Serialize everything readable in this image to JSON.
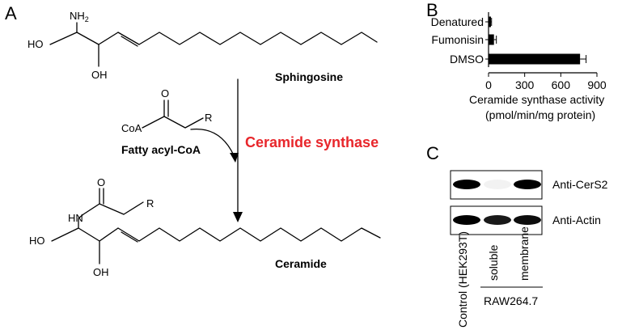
{
  "panels": {
    "a": "A",
    "b": "B",
    "c": "C"
  },
  "scheme": {
    "sphingosine": {
      "nh2": "NH",
      "nh2_sub": "2",
      "ho": "HO",
      "oh": "OH",
      "name": "Sphingosine"
    },
    "acyl": {
      "o": "O",
      "coa": "CoA",
      "r": "R",
      "name": "Fatty acyl-CoA"
    },
    "enzyme": "Ceramide synthase",
    "enzyme_color": "#e8262b",
    "ceramide": {
      "o": "O",
      "r": "R",
      "hn": "HN",
      "ho": "HO",
      "oh": "OH",
      "name": "Ceramide"
    }
  },
  "chart_data": {
    "type": "bar",
    "orientation": "horizontal",
    "categories": [
      "Denatured",
      "Fumonisin",
      "DMSO"
    ],
    "values": [
      20,
      45,
      760
    ],
    "errors": [
      5,
      20,
      50
    ],
    "xlim": [
      0,
      900
    ],
    "xticks": [
      "0",
      "300",
      "600",
      "900"
    ],
    "xtick_values": [
      0,
      300,
      600,
      900
    ],
    "xlabel": "Ceramide synthase activity",
    "xlabel2": "(pmol/min/mg protein)",
    "bar_color": "#000000"
  },
  "blot": {
    "row_labels": [
      "Anti-CerS2",
      "Anti-Actin"
    ],
    "lanes": [
      "Control (HEK293T)",
      "soluble",
      "membrane"
    ],
    "group_label": "RAW264.7",
    "cers2_intensity": [
      1.0,
      0.05,
      1.0
    ],
    "actin_intensity": [
      1.0,
      0.9,
      0.95
    ]
  }
}
